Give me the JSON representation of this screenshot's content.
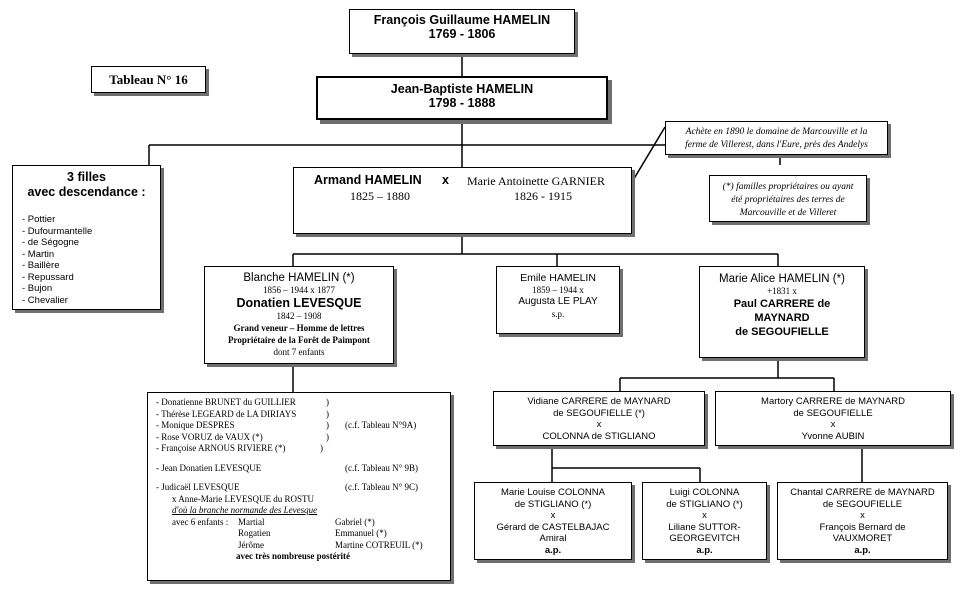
{
  "tableau_label": "Tableau N° 16",
  "root": {
    "name": "François Guillaume HAMELIN",
    "dates": "1769 - 1806"
  },
  "jean_baptiste": {
    "name": "Jean-Baptiste HAMELIN",
    "dates": "1798 - 1888"
  },
  "note_purchase": [
    "Achète en 1890 le domaine de Marcouville et la",
    "ferme de Villerest, dans l'Eure, près des Andelys"
  ],
  "note_families": [
    "(*) familles propriétaires ou ayant",
    "été propriétaires des terres de",
    "Marcouville et de Villeret"
  ],
  "three_daughters": {
    "title_line1": "3 filles",
    "title_line2": "avec descendance :",
    "items": [
      "- Pottier",
      "- Dufourmantelle",
      "- de Ségogne",
      "- Martin",
      "- Baillère",
      "- Repussard",
      "- Bujon",
      "- Chevalier"
    ]
  },
  "armand": {
    "name": "Armand  HAMELIN",
    "x": "x",
    "dates": "1825 – 1880",
    "spouse": "Marie Antoinette GARNIER",
    "spouse_dates": "1826 - 1915"
  },
  "blanche": {
    "line1": "Blanche HAMELIN (*)",
    "line2": "1856 – 1944     x  1877",
    "line3": "Donatien LEVESQUE",
    "line4": "1842 – 1908",
    "line5": "Grand veneur – Homme de lettres",
    "line6": "Propriétaire de la Forêt de Paimpont",
    "line7": "dont 7 enfants"
  },
  "emile": {
    "line1": "Emile HAMELIN",
    "line2": "1859 – 1944       x",
    "line3": "Augusta LE PLAY",
    "line4": "s.p."
  },
  "marie_alice": {
    "line1": "Marie Alice HAMELIN (*)",
    "line2": "+1831           x",
    "line3": "Paul CARRERE de",
    "line4": "MAYNARD",
    "line5": "de SEGOUFIELLE"
  },
  "levesque_children": {
    "rows": [
      {
        "left": "- Donatienne BRUNET du GUILLIER",
        "mid": ")",
        "right": ""
      },
      {
        "left": "- Thérèse LEGEARD de LA DIRIAYS",
        "mid": ")",
        "right": ""
      },
      {
        "left": "- Monique DESPRES",
        "mid": ")",
        "right": "(c.f. Tableau N°9A)"
      },
      {
        "left": "- Rose VORUZ de VAUX (*)",
        "mid": ")",
        "right": ""
      },
      {
        "left": "- Françoise ARNOUS RIVIERE (*)",
        "mid": ")",
        "right": ""
      }
    ],
    "jean": {
      "left": "- Jean Donatien LEVESQUE",
      "right": "(c.f. Tableau N° 9B)"
    },
    "judicael": {
      "left": "- Judicaël LEVESQUE",
      "right": "(c.f. Tableau N° 9C)"
    },
    "judicael_spouse": "x Anne-Marie LEVESQUE du ROSTU",
    "judicael_note": "d'où la branche normande des Levesque",
    "kids_intro": "avec  6 enfants :",
    "kids": [
      [
        "Martial",
        "Gabriel (*)"
      ],
      [
        "Rogatien",
        "Emmanuel (*)"
      ],
      [
        "Jérôme",
        "Martine COTREUIL (*)"
      ]
    ],
    "posterity": "avec très nombreuse postérité"
  },
  "vidiane": {
    "line1": "Vidiane CARRERE de MAYNARD",
    "line2": "de SEGOUFIELLE (*)",
    "line3": "x",
    "line4": "COLONNA de STIGLIANO"
  },
  "martory": {
    "line1": "Martory CARRERE de MAYNARD",
    "line2": "de SEGOUFIELLE",
    "line3": "x",
    "line4": "Yvonne AUBIN"
  },
  "marie_louise": {
    "line1": "Marie Louise COLONNA",
    "line2": "de STIGLIANO (*)",
    "line3": "x",
    "line4": "Gérard de CASTELBAJAC",
    "line5": "Amiral",
    "line6": "a.p."
  },
  "luigi": {
    "line1": "Luigi COLONNA",
    "line2": "de STIGLIANO (*)",
    "line3": "x",
    "line4": "Liliane SUTTOR-",
    "line5": "GEORGEVITCH",
    "line6": "a.p."
  },
  "chantal": {
    "line1": "Chantal CARRERE de MAYNARD",
    "line2": "de SEGOUFIELLE",
    "line3": "x",
    "line4": "François Bernard de",
    "line5": "VAUXMORET",
    "line6": "a.p."
  }
}
